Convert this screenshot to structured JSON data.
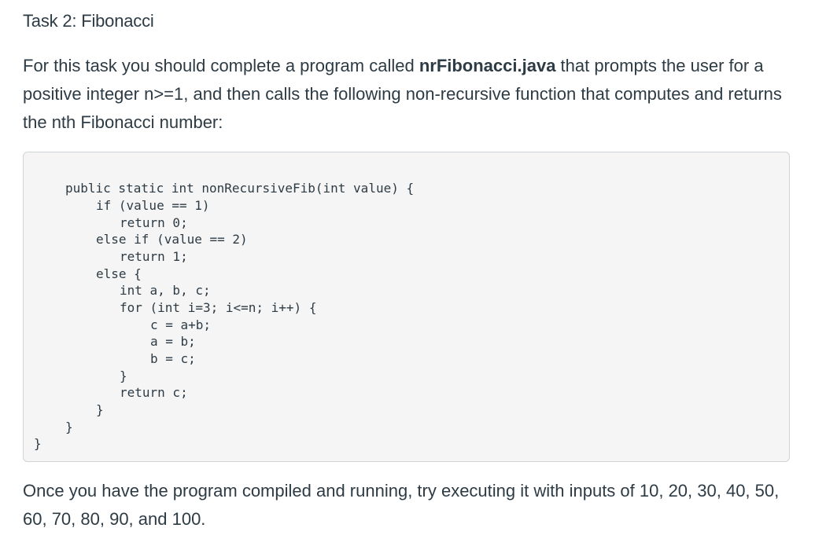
{
  "title": "Task 2: Fibonacci",
  "intro": {
    "part1": "For this task you should complete a program called ",
    "program_name": "nrFibonacci.java",
    "part2": " that prompts the user for a positive integer n>=1, and then calls the following non-recursive function that computes and returns the nth Fibonacci number:"
  },
  "code": [
    "public static int nonRecursiveFib(int value) {",
    "if (value == 1)",
    "return 0;",
    "else if (value == 2)",
    "return 1;",
    "else {",
    "int a, b, c;",
    "for (int i=3; i<=n; i++) {",
    "c = a+b;",
    "a = b;",
    "b = c;",
    "}",
    "return c;",
    "}",
    "}",
    "}"
  ],
  "outro": "Once you have the program compiled and running, try executing it with inputs of 10, 20, 30, 40, 50, 60, 70, 80, 90, and 100."
}
